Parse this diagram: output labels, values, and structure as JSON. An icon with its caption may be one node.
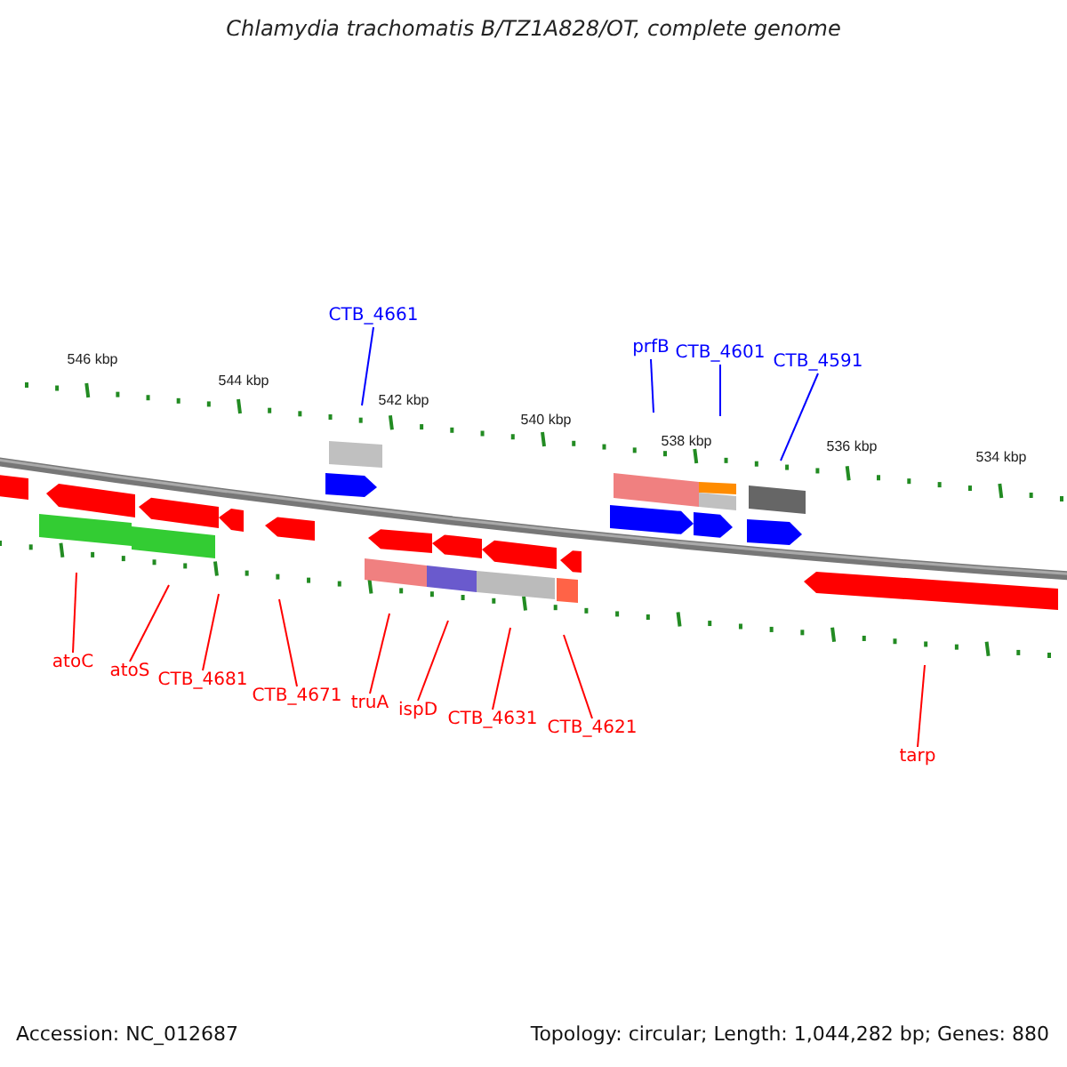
{
  "diagram": {
    "title": "Chlamydia trachomatis B/TZ1A828/OT, complete genome",
    "nodes": [
      {
        "text": [
          "CTB_4661"
        ]
      },
      {
        "text": [
          "prfB"
        ]
      },
      {
        "text": [
          "CTB_4601"
        ]
      },
      {
        "text": [
          "CTB_4591"
        ]
      },
      {
        "text": [
          "atoC"
        ]
      },
      {
        "text": [
          "atoS"
        ]
      },
      {
        "text": [
          "CTB_4681"
        ]
      },
      {
        "text": [
          "CTB_4671"
        ]
      },
      {
        "text": [
          "truA"
        ]
      },
      {
        "text": [
          "ispD"
        ]
      },
      {
        "text": [
          "CTB_4631"
        ]
      },
      {
        "text": [
          "CTB_4621"
        ]
      },
      {
        "text": [
          "tarp"
        ]
      }
    ],
    "edges": [
      {
        "from": 0,
        "to": null,
        "arrow": "none",
        "color": "#0000ff"
      },
      {
        "from": 1,
        "to": null,
        "arrow": "none",
        "color": "#0000ff"
      },
      {
        "from": 2,
        "to": null,
        "arrow": "none",
        "color": "#0000ff"
      },
      {
        "from": 3,
        "to": null,
        "arrow": "none",
        "color": "#0000ff"
      },
      {
        "from": 4,
        "to": null,
        "arrow": "none"
      },
      {
        "from": 5,
        "to": null,
        "arrow": "none"
      },
      {
        "from": 6,
        "to": null,
        "arrow": "none"
      },
      {
        "from": 7,
        "to": null,
        "arrow": "none"
      },
      {
        "from": 8,
        "to": null,
        "arrow": "none"
      },
      {
        "from": 9,
        "to": null,
        "arrow": "none"
      },
      {
        "from": 10,
        "to": null,
        "arrow": "none"
      },
      {
        "from": 11,
        "to": null,
        "arrow": "none"
      },
      {
        "from": 12,
        "to": null,
        "arrow": "none"
      }
    ],
    "labels": [
      "546 kbp",
      "544 kbp",
      "542 kbp",
      "540 kbp",
      "538 kbp",
      "536 kbp",
      "534 kbp",
      "Accession: NC_012687",
      "Topology: circular; Length: 1,044,282 bp; Genes: 880"
    ]
  }
}
